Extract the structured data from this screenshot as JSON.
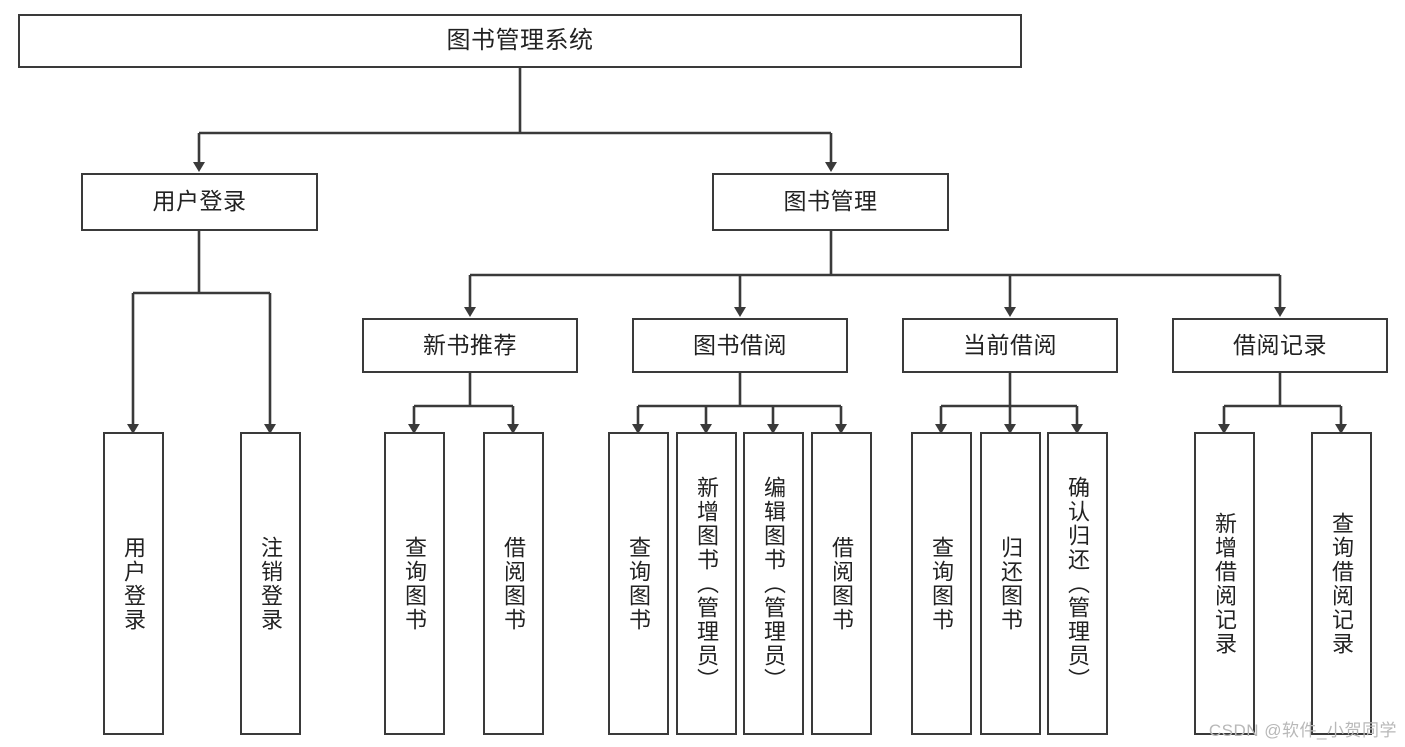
{
  "diagram": {
    "title": "图书管理系统",
    "type": "tree-hierarchy-diagram",
    "colors": {
      "box_border": "#3a3a3a",
      "box_fill": "#ffffff",
      "connector": "#3a3a3a",
      "text": "#222222",
      "watermark": "#b8b8b8"
    },
    "levels": {
      "root": {
        "label": "图书管理系统"
      },
      "level2": [
        {
          "label": "用户登录"
        },
        {
          "label": "图书管理"
        }
      ],
      "level3": [
        {
          "label": "新书推荐"
        },
        {
          "label": "图书借阅"
        },
        {
          "label": "当前借阅"
        },
        {
          "label": "借阅记录"
        }
      ],
      "leaves": {
        "user_login": [
          {
            "label": "用户登录"
          },
          {
            "label": "注销登录"
          }
        ],
        "new_book_recommend": [
          {
            "label": "查询图书"
          },
          {
            "label": "借阅图书"
          }
        ],
        "book_borrow": [
          {
            "label": "查询图书"
          },
          {
            "label": "新增图书（管理员）"
          },
          {
            "label": "编辑图书（管理员）"
          },
          {
            "label": "借阅图书"
          }
        ],
        "current_borrow": [
          {
            "label": "查询图书"
          },
          {
            "label": "归还图书"
          },
          {
            "label": "确认归还（管理员）"
          }
        ],
        "borrow_record": [
          {
            "label": "新增借阅记录"
          },
          {
            "label": "查询借阅记录"
          }
        ]
      }
    }
  },
  "watermark": {
    "text": "CSDN @软件_小贺同学"
  }
}
